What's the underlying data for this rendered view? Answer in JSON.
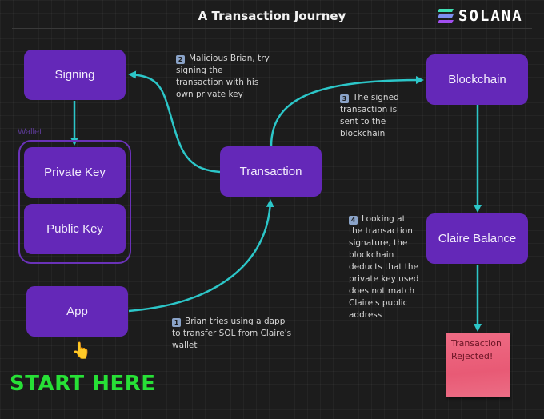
{
  "header": {
    "title": "A Transaction Journey",
    "logo_text": "SOLANA"
  },
  "colors": {
    "background": "#1c1c1c",
    "node_fill": "#6428b8",
    "edge": "#2cc6c8",
    "sticky": "#e85a75",
    "start_text": "#27e036"
  },
  "nodes": {
    "signing": "Signing",
    "private_key": "Private Key",
    "public_key": "Public Key",
    "transaction": "Transaction",
    "blockchain": "Blockchain",
    "claire_balance": "Claire Balance",
    "app": "App"
  },
  "wallet": {
    "label": "Wallet"
  },
  "notes": {
    "step1": {
      "badge": "1",
      "text": "Brian tries using a dapp to transfer SOL from Claire's wallet"
    },
    "step2": {
      "badge": "2",
      "text": "Malicious Brian, try signing the transaction with his own private key"
    },
    "step3": {
      "badge": "3",
      "text": "The signed transaction is sent to the blockchain"
    },
    "step4": {
      "badge": "4",
      "text": "Looking at the transaction signature, the blockchain deducts that the private key used does not match Claire's public address"
    }
  },
  "sticky": {
    "text": "Transaction Rejected!"
  },
  "start": {
    "icon": "pointing-hand",
    "label": "START HERE"
  }
}
